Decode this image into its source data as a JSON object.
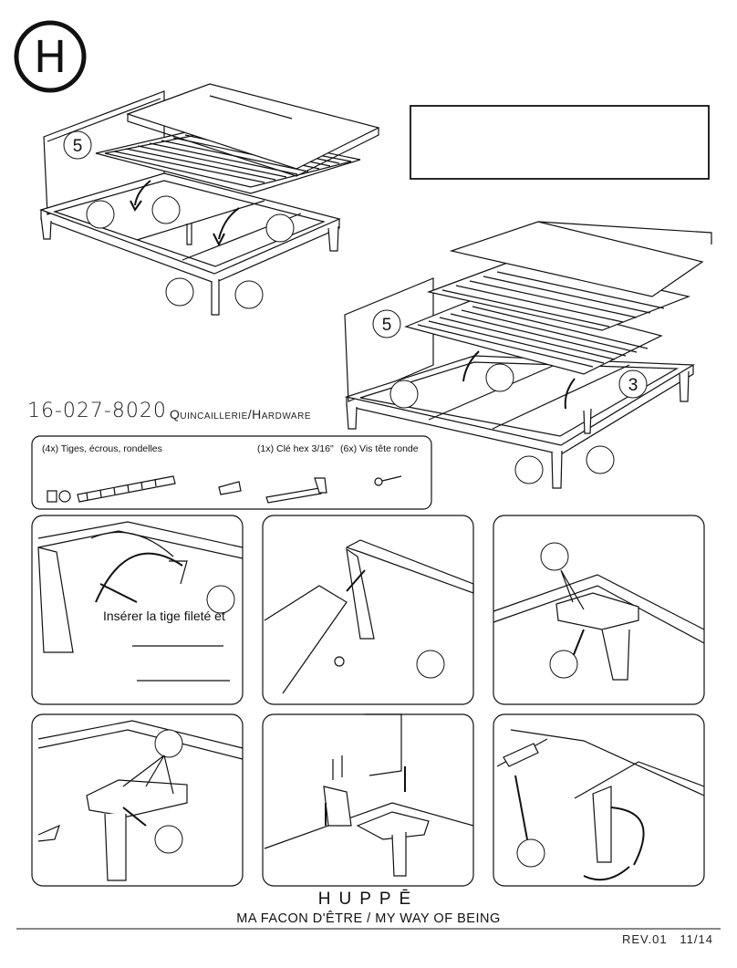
{
  "page": {
    "letter": "H",
    "product_code": "16-027-8020",
    "hardware_heading": "Quincaillerie/Hardware",
    "brand": "HUPPĒ",
    "tagline": "MA FACON D'ÊTRE / MY  WAY  OF  BEING",
    "revision": "REV.01",
    "page_number": "11/14"
  },
  "callouts": {
    "top_left_slats": "5",
    "right_slats": "5",
    "right_three": "3"
  },
  "hardware": [
    {
      "label": "(4x) Tiges, écrous, rondelles"
    },
    {
      "label": "(1x) Clé hex 3/16\""
    },
    {
      "label": "(6x) Vis tête ronde"
    }
  ],
  "steps": {
    "step1_text": "Insérer la tige fileté et"
  }
}
